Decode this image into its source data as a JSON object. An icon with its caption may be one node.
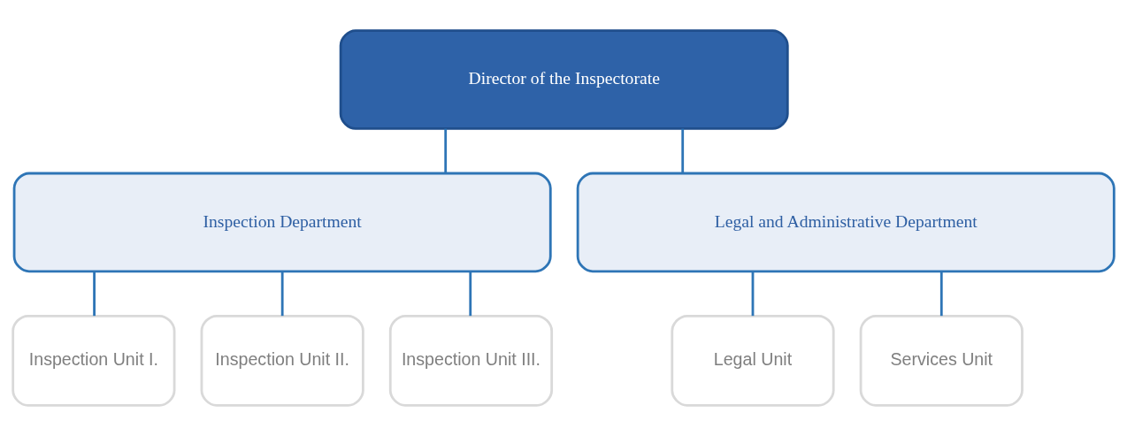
{
  "diagram": {
    "nodes": [
      {
        "text": [
          "Director of the Inspectorate"
        ]
      },
      {
        "text": [
          "Inspection Department"
        ]
      },
      {
        "text": [
          "Legal and Administrative Department"
        ]
      },
      {
        "text": [
          "Inspection Unit I."
        ]
      },
      {
        "text": [
          "Inspection Unit II."
        ]
      },
      {
        "text": [
          "Inspection Unit III."
        ]
      },
      {
        "text": [
          "Legal Unit"
        ]
      },
      {
        "text": [
          "Services Unit"
        ]
      }
    ],
    "edges": [
      {
        "from": 0,
        "to": 1,
        "arrow": "none"
      },
      {
        "from": 0,
        "to": 2,
        "arrow": "none"
      },
      {
        "from": 1,
        "to": 3,
        "arrow": "none"
      },
      {
        "from": 1,
        "to": 4,
        "arrow": "none"
      },
      {
        "from": 1,
        "to": 5,
        "arrow": "none"
      },
      {
        "from": 2,
        "to": 6,
        "arrow": "none"
      },
      {
        "from": 2,
        "to": 7,
        "arrow": "none"
      }
    ]
  }
}
